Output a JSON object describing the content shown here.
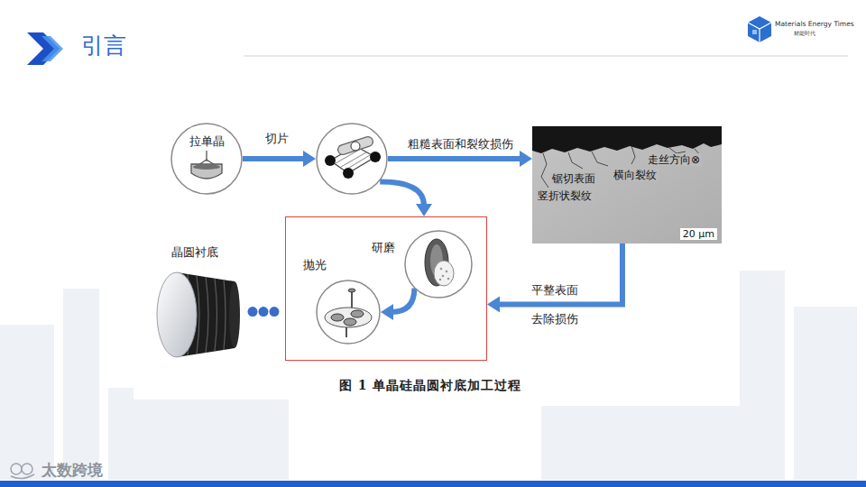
{
  "diagram": {
    "title": "引言",
    "caption": "图 1 单晶硅晶圆衬底加工过程",
    "nodes": [
      {
        "text": [
          "拉单晶"
        ]
      },
      {
        "text": [
          "切片"
        ]
      },
      {
        "text": [
          "走丝方向⊗",
          "横向裂纹",
          "锯切表面",
          "竖折状裂纹",
          "20 μm"
        ]
      },
      {
        "text": []
      },
      {
        "text": [
          "研磨"
        ],
        "in": 3
      },
      {
        "text": [
          "抛光"
        ],
        "in": 3
      },
      {
        "text": [
          "晶圆衬底"
        ]
      }
    ],
    "edges": [
      {
        "from": 0,
        "to": 1,
        "arrow": "to"
      },
      {
        "from": 1,
        "to": 2,
        "label": "粗糙表面和裂纹损伤",
        "arrow": "to"
      },
      {
        "from": 1,
        "to": 3,
        "arrow": "to"
      },
      {
        "from": 2,
        "to": 3,
        "label": "平整表面",
        "arrow": "to"
      },
      {
        "from": 4,
        "to": 5,
        "arrow": "to"
      },
      {
        "from": 3,
        "to": 6,
        "arrow": "none"
      }
    ],
    "labels": [
      "Materials Energy Times",
      "材能时代",
      "去除损伤",
      "太数跨境"
    ]
  }
}
